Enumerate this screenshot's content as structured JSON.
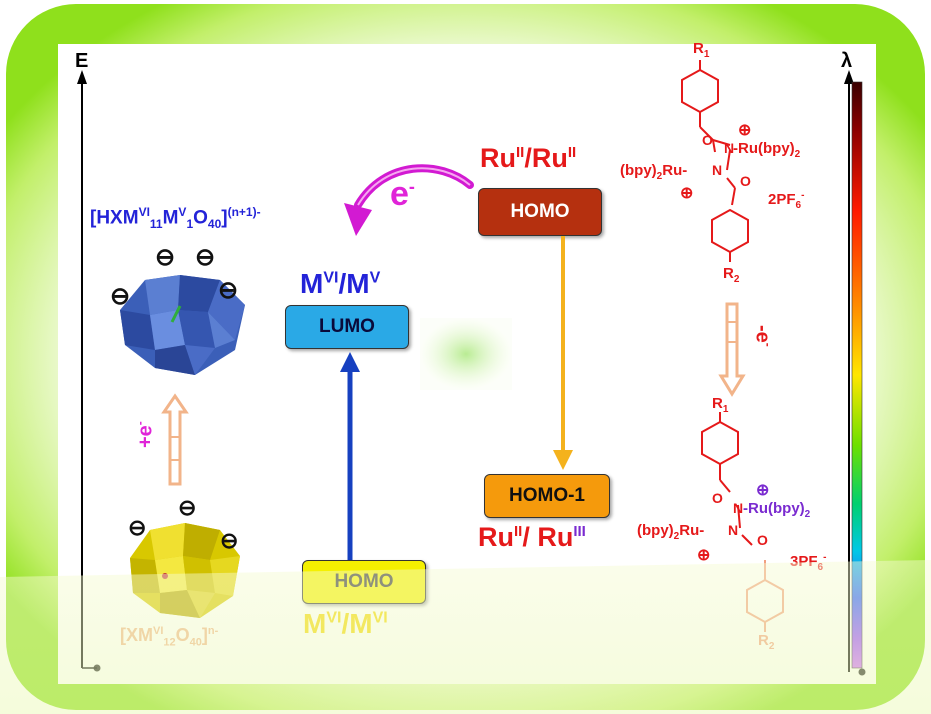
{
  "axes": {
    "energy_label": "E",
    "wavelength_label": "λ"
  },
  "polyoxometalate": {
    "reduced_formula": {
      "a": "[HXM",
      "b": "VI",
      "c": "11",
      "d": "M",
      "e": "V",
      "f": "1",
      "g": "O",
      "h": "40",
      "i": "]",
      "j": "(n+1)-"
    },
    "oxidized_formula": {
      "a": "[XM",
      "b": "VI",
      "c": "12",
      "d": "O",
      "e": "40",
      "f": "]",
      "g": "n-"
    },
    "reduction_step": {
      "base": "+e",
      "sup": "-"
    },
    "charge_symbol": "⊖"
  },
  "pom_orbitals": {
    "lumo_label": "LUMO",
    "homo_label": "HOMO",
    "lumo_couple": {
      "a": "M",
      "b": "VI",
      "c": "/M",
      "d": "V"
    },
    "homo_couple": {
      "a": "M",
      "b": "VI",
      "c": "/M",
      "d": "VI"
    }
  },
  "electron_transfer": {
    "base": "e",
    "sup": "-"
  },
  "ruthenium_orbitals": {
    "homo_label": "HOMO",
    "homo1_label": "HOMO-1",
    "homo_couple": {
      "a": "Ru",
      "b": "II",
      "c": "/Ru",
      "d": "II"
    },
    "homo1_couple": {
      "a": "Ru",
      "b": "II",
      "c": "/ Ru",
      "d": "III"
    }
  },
  "ruthenium_complex": {
    "r1": "R",
    "r1_sub": "1",
    "r2": "R",
    "r2_sub": "2",
    "o": "O",
    "n": "N",
    "ru_bpy_right": "Ru(bpy)",
    "ru_bpy_right_sub": "2",
    "bpy_ru_left": "(bpy)",
    "bpy_ru_left_sub": "2",
    "bpy_ru_left_tail": "Ru",
    "plus_symbol": "⊕",
    "counter_ion_2": {
      "a": "2PF",
      "b": "6",
      "c": "-"
    },
    "counter_ion_3": {
      "a": "3PF",
      "b": "6",
      "c": "-"
    },
    "oxidation_step": {
      "base": "-e",
      "sup": "-"
    }
  },
  "colors": {
    "pom_label": "#2323d8",
    "lumo_fill": "#2aa9e6",
    "homo_ru_fill": "#b5300f",
    "homo1_fill": "#f59a0c",
    "homo_pom_fill": "#f4f000",
    "ru_text": "#e5191a",
    "ru3_text": "#7a2bd0",
    "electron_arrow": "#d21ad2",
    "blue_arrow": "#1640c0",
    "orange_arrow": "#f4b21d",
    "frame_green": "#9be51d"
  }
}
